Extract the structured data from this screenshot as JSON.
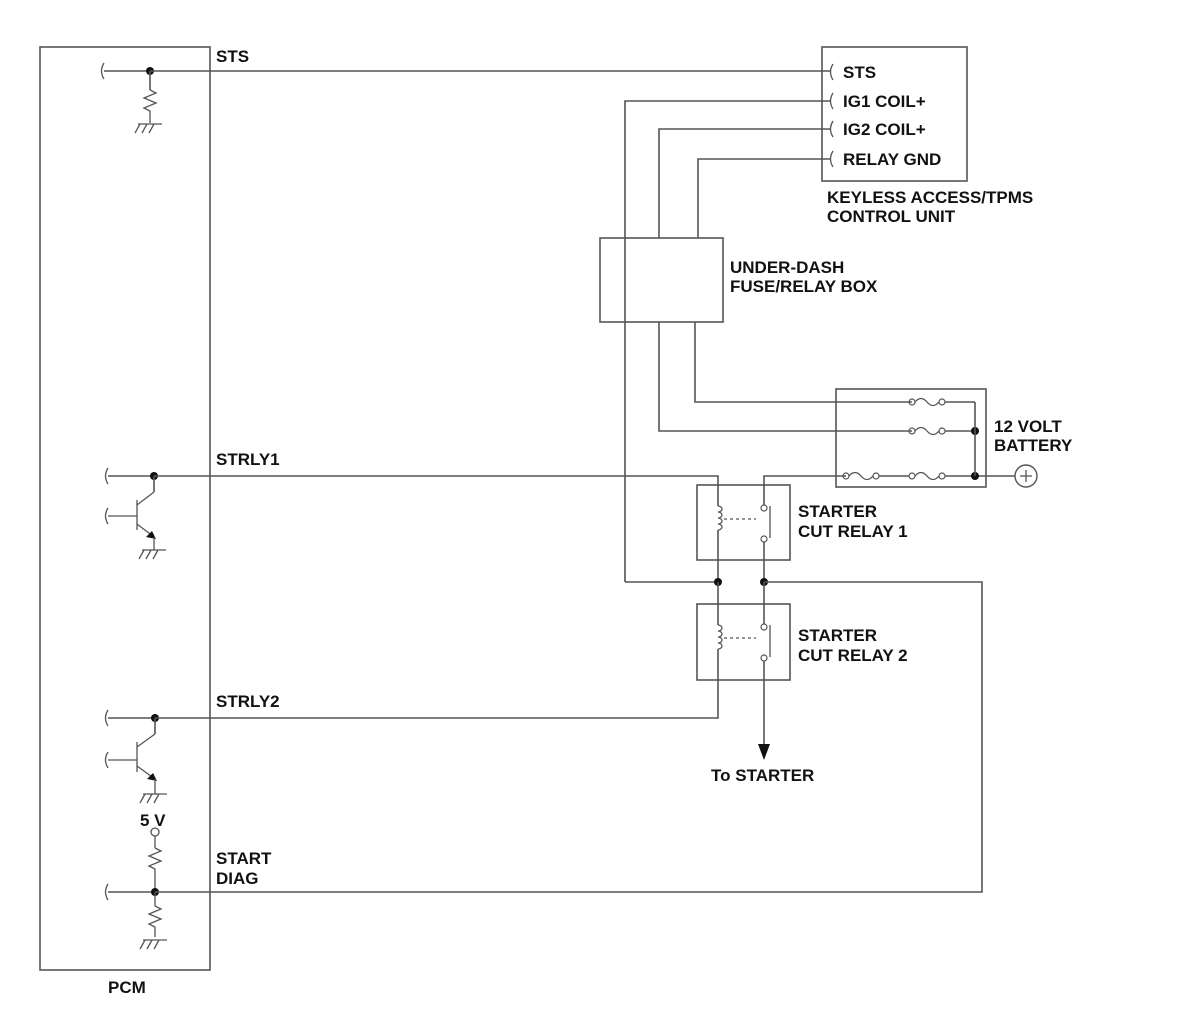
{
  "pcm": {
    "label": "PCM",
    "pins": {
      "sts": "STS",
      "strly1": "STRLY1",
      "strly2": "STRLY2",
      "start_diag_line1": "START",
      "start_diag_line2": "DIAG"
    },
    "supply_label": "5 V"
  },
  "keyless_unit": {
    "label_line1": "KEYLESS ACCESS/TPMS",
    "label_line2": "CONTROL UNIT",
    "pins": [
      "STS",
      "IG1 COIL+",
      "IG2 COIL+",
      "RELAY GND"
    ]
  },
  "fuse_box": {
    "label_line1": "UNDER-DASH",
    "label_line2": "FUSE/RELAY BOX"
  },
  "battery": {
    "label_line1": "12 VOLT",
    "label_line2": "BATTERY"
  },
  "relay1": {
    "label_line1": "STARTER",
    "label_line2": "CUT RELAY 1"
  },
  "relay2": {
    "label_line1": "STARTER",
    "label_line2": "CUT RELAY 2"
  },
  "starter_label": "To STARTER"
}
